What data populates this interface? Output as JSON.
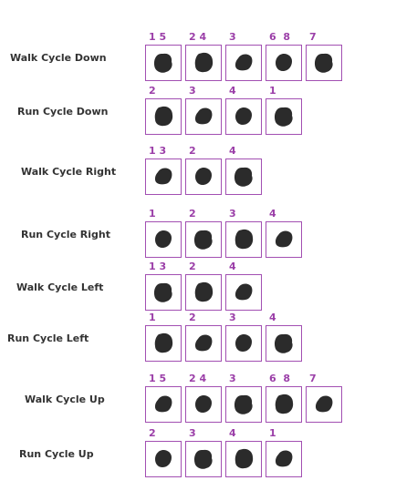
{
  "rows": [
    {
      "label": "Walk Cycle Down",
      "frames": [
        "1 5",
        "2 4",
        "3",
        "6  8",
        "7"
      ]
    },
    {
      "label": "Run Cycle Down",
      "frames": [
        "2",
        "3",
        "4",
        "1"
      ]
    },
    {
      "label": "Walk Cycle Right",
      "frames": [
        "1 3",
        "2",
        "4"
      ]
    },
    {
      "label": "Run Cycle Right",
      "frames": [
        "1",
        "2",
        "3",
        "4"
      ]
    },
    {
      "label": "Walk Cycle Left",
      "frames": [
        "1 3",
        "2",
        "4"
      ]
    },
    {
      "label": "Run Cycle Left",
      "frames": [
        "1",
        "2",
        "3",
        "4"
      ]
    },
    {
      "label": "Walk Cycle Up",
      "frames": [
        "1 5",
        "2 4",
        "3",
        "6  8",
        "7"
      ]
    },
    {
      "label": "Run Cycle Up",
      "frames": [
        "2",
        "3",
        "4",
        "1"
      ]
    }
  ],
  "colors": {
    "frame_border": "#a24fb2",
    "frame_number": "#9b3fa8",
    "sprite": "#2b2b2b",
    "label": "#333333"
  }
}
